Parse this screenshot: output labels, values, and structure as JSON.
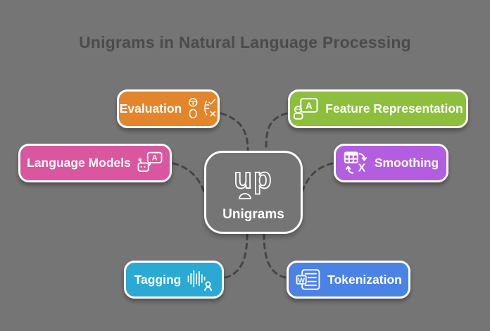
{
  "title": "Unigrams in Natural Language Processing",
  "colors": {
    "background": "#757575",
    "title": "#4B4B4B",
    "connector": "#454545",
    "node_text": "#FFFFFF",
    "center_border": "#FFFFFF"
  },
  "center": {
    "logo_text": "up",
    "logo_icon": "up-logo-icon",
    "label": "Unigrams"
  },
  "nodes": [
    {
      "label": "Evaluation",
      "color": "#E2852B",
      "icon": "evaluation-person-checklist-icon"
    },
    {
      "label": "Feature Representation",
      "color": "#8DBF3D",
      "icon": "person-presentation-board-icon"
    },
    {
      "label": "Language Models",
      "color": "#DA57A0",
      "icon": "robot-chat-bubble-icon"
    },
    {
      "label": "Smoothing",
      "color": "#B35EDF",
      "icon": "table-transform-icon"
    },
    {
      "label": "Tagging",
      "color": "#29A9D4",
      "icon": "waveform-person-icon"
    },
    {
      "label": "Tokenization",
      "color": "#4B83E4",
      "icon": "word-document-icon"
    }
  ]
}
